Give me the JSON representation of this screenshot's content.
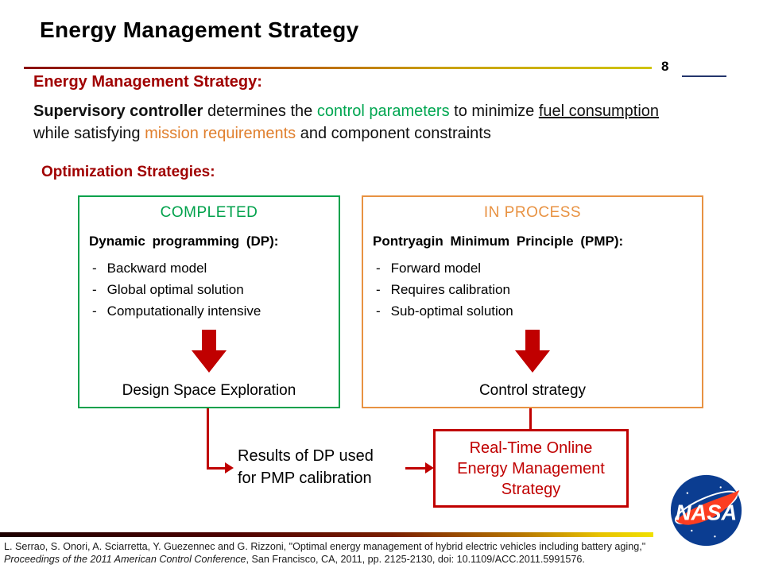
{
  "slide": {
    "title": "Energy Management Strategy",
    "page_number": "8",
    "section_heading": "Energy Management Strategy:",
    "paragraph": {
      "bold": "Supervisory controller",
      "t1": " determines the ",
      "green": "control parameters",
      "t2": " to minimize ",
      "underline": "fuel consumption",
      "t3": " while satisfying ",
      "orange": "mission requirements",
      "t4": " and component constraints"
    },
    "optimization_heading": "Optimization Strategies:",
    "bullet_marker": "-",
    "left_box": {
      "status": "COMPLETED",
      "title": "Dynamic programming (DP):",
      "bullets": [
        "Backward model",
        "Global optimal solution",
        "Computationally intensive"
      ],
      "outcome": "Design Space Exploration"
    },
    "right_box": {
      "status": "IN PROCESS",
      "title": "Pontryagin Minimum Principle (PMP):",
      "bullets": [
        "Forward model",
        "Requires calibration",
        "Sub-optimal solution"
      ],
      "outcome": "Control strategy"
    },
    "flow": {
      "note_line1": "Results of DP used",
      "note_line2": "for PMP calibration",
      "result_line1": "Real-Time Online",
      "result_line2": "Energy Management",
      "result_line3": "Strategy"
    },
    "footer": {
      "citation_part1": "L. Serrao, S. Onori, A. Sciarretta, Y. Guezennec and G. Rizzoni, \"Optimal energy management of hybrid electric vehicles including battery aging,\" ",
      "citation_italic": "Proceedings of the 2011 American Control Conference",
      "citation_part2": ", San Francisco, CA, 2011, pp. 2125-2130, doi: 10.1109/ACC.2011.5991576."
    },
    "logo_text": "NASA"
  },
  "colors": {
    "heading_red": "#a00000",
    "text_green": "#00a651",
    "text_orange": "#e0802f",
    "box_green": "#00a14b",
    "box_orange": "#e89242",
    "arrow_red": "#c00000",
    "nasa_blue": "#0b3d91",
    "nasa_red": "#fc3d21"
  }
}
